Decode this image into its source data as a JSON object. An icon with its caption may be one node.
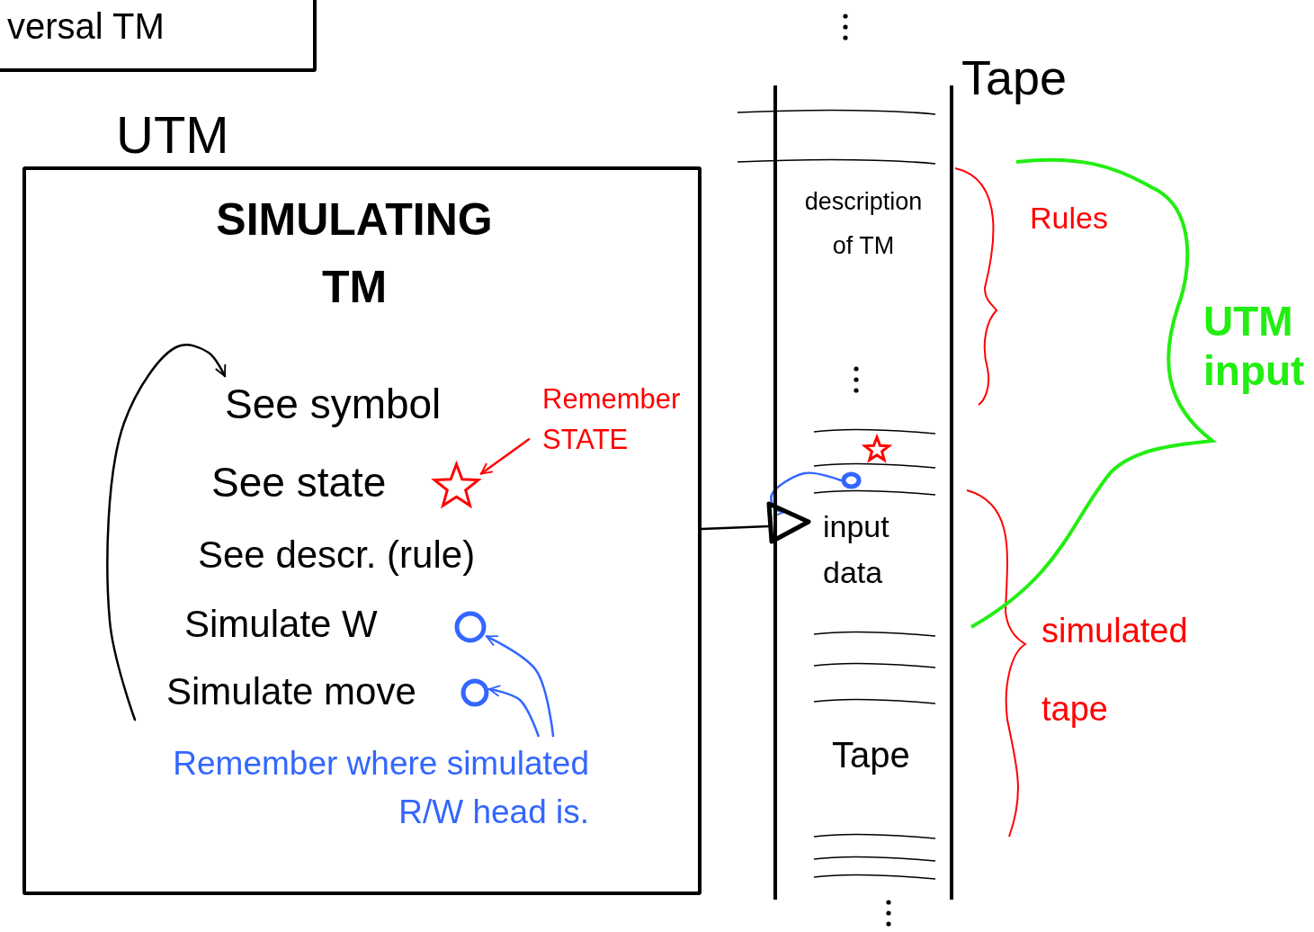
{
  "diagram": {
    "nodes": [
      {
        "text": [
          "versal TM"
        ]
      },
      {
        "text": [
          "UTM",
          "SIMULATING TM"
        ]
      },
      {
        "text": [
          "See symbol"
        ],
        "in": 1
      },
      {
        "text": [
          "See state"
        ],
        "in": 1
      },
      {
        "text": [],
        "shape": "star",
        "in": 1
      },
      {
        "text": [
          "See descr. (rule)"
        ],
        "in": 1
      },
      {
        "text": [
          "Simulate W"
        ],
        "in": 1
      },
      {
        "text": [],
        "shape": "circle",
        "in": 1
      },
      {
        "text": [
          "Simulate move"
        ],
        "in": 1
      },
      {
        "text": [],
        "shape": "circle",
        "in": 1
      },
      {
        "text": [
          "Remember STATE"
        ],
        "in": 1
      },
      {
        "text": [
          "Remember where simulated R/W head is."
        ],
        "in": 1
      },
      {
        "text": [
          "Tape"
        ]
      },
      {
        "text": [
          "description of TM"
        ],
        "in": 12
      },
      {
        "text": [],
        "shape": "star",
        "in": 12
      },
      {
        "text": [],
        "shape": "circle",
        "in": 12
      },
      {
        "text": [
          "input data"
        ],
        "in": 12
      },
      {
        "text": [
          "Tape"
        ],
        "in": 12
      },
      {
        "text": [],
        "shape": "triangle"
      }
    ],
    "edges": [
      {
        "from": null,
        "to": 2,
        "arrow": "to",
        "color": "#000000"
      },
      {
        "from": 10,
        "to": 4,
        "arrow": "to",
        "color": "#ff0000"
      },
      {
        "from": 11,
        "to": 7,
        "arrow": "to",
        "color": "#3366ff"
      },
      {
        "from": 11,
        "to": 9,
        "arrow": "to",
        "color": "#3366ff"
      },
      {
        "from": 1,
        "to": 18,
        "arrow": "none",
        "color": "#000000"
      },
      {
        "from": 15,
        "to": 18,
        "arrow": "to",
        "color": "#3366ff"
      }
    ],
    "labels": [
      "Rules",
      "UTM input",
      "simulated tape"
    ]
  }
}
